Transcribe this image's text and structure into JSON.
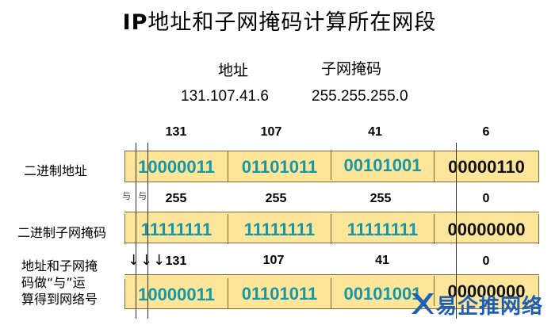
{
  "title_ip": "IP",
  "title_rest": "地址和子网掩码计算所在网段",
  "header": {
    "address_label": "地址",
    "mask_label": "子网掩码",
    "address_value": "131.107.41.6",
    "mask_value": "255.255.255.0"
  },
  "rows": {
    "addr_label": "二进制地址",
    "mask_label": "二进制子网掩码",
    "result_label_1": "地址和子网掩",
    "result_label_2": "码做“与”运",
    "result_label_3": "算得到网络号"
  },
  "addr_dec": [
    "131",
    "107",
    "41",
    "6"
  ],
  "addr_bin": [
    "10000011",
    "01101011",
    "00101001",
    "00000110"
  ],
  "mask_dec": [
    "255",
    "255",
    "255",
    "0"
  ],
  "mask_bin": [
    "11111111",
    "11111111",
    "11111111",
    "00000000"
  ],
  "net_dec": [
    "131",
    "107",
    "41",
    "0"
  ],
  "net_bin": [
    "10000011",
    "01101011",
    "00101001",
    "00000000"
  ],
  "and_symbol": "与",
  "watermark": "易企推网络",
  "colors": {
    "band": "#fde59a",
    "binary": "#1796a6",
    "watermark": "#1d5fb5"
  }
}
